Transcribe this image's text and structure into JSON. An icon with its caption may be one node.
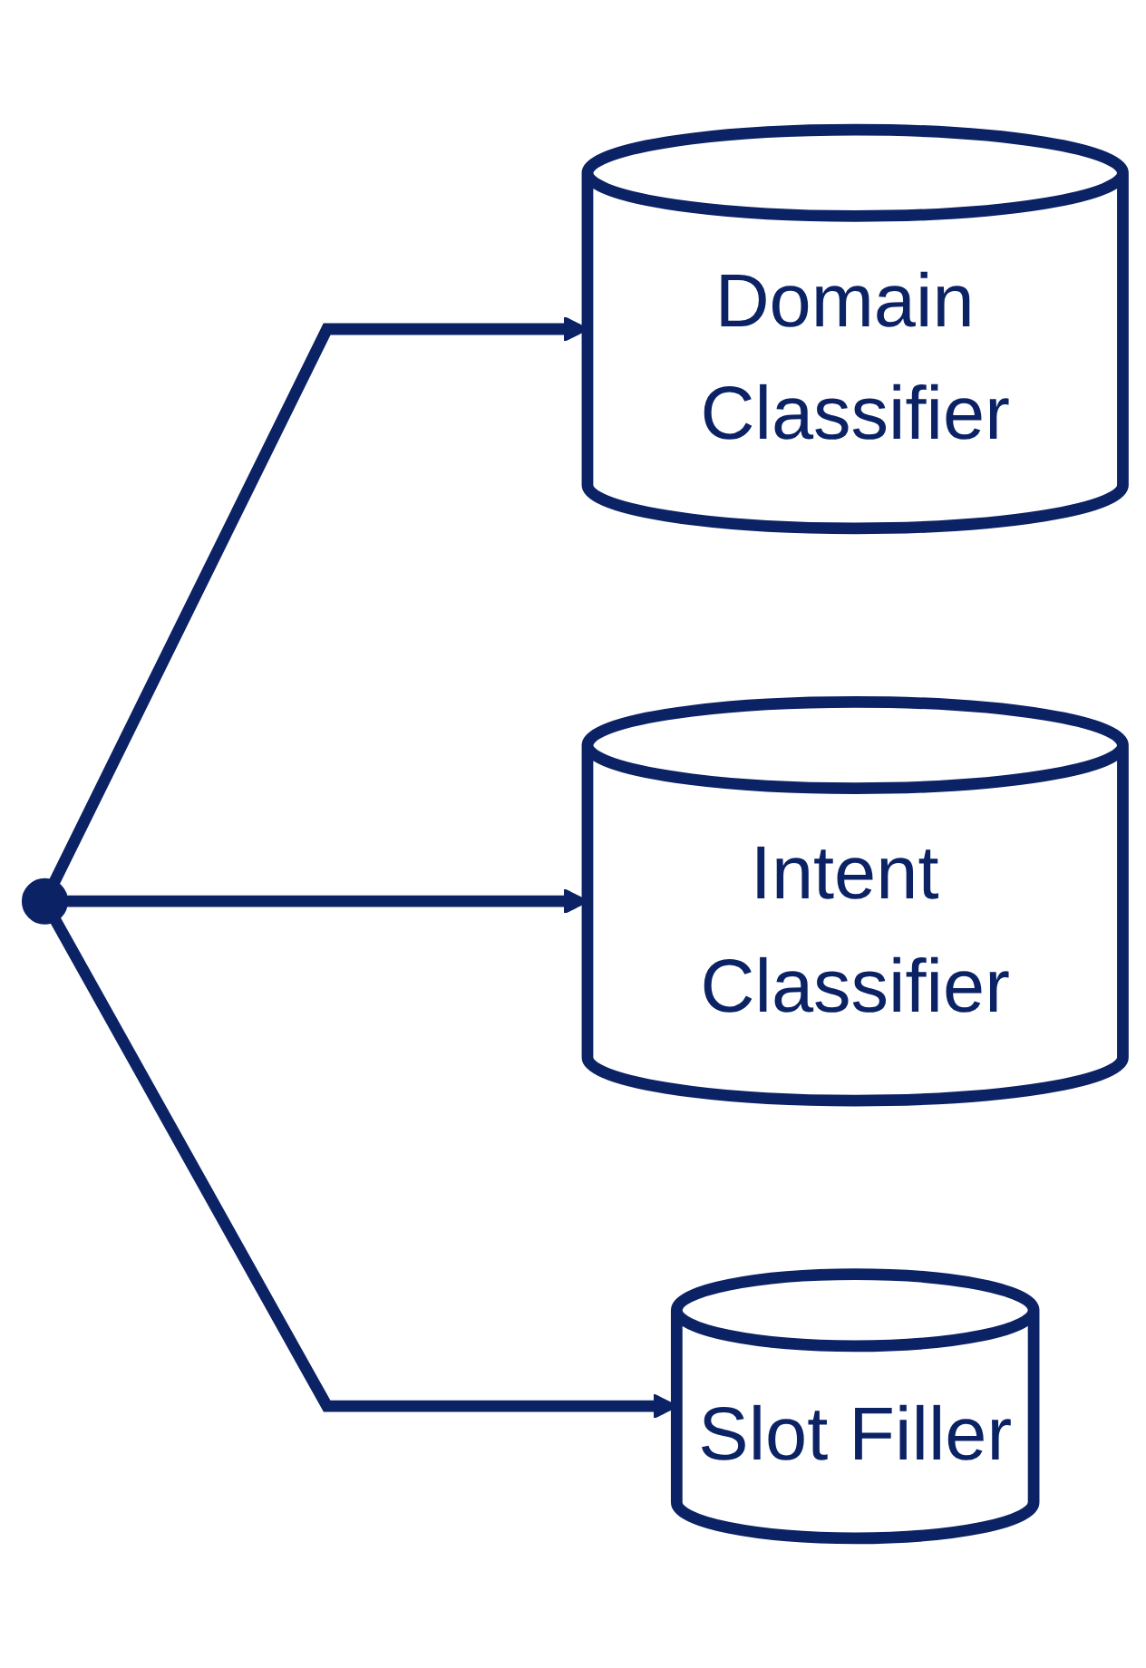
{
  "diagram": {
    "nodes": [
      {
        "text": [
          "Domain Classifier"
        ]
      },
      {
        "text": [
          "Intent Classifier"
        ]
      },
      {
        "text": [
          "Slot Filler"
        ]
      }
    ],
    "edges": [
      {
        "from": null,
        "to": 0,
        "arrow": "to"
      },
      {
        "from": null,
        "to": 1,
        "arrow": "to"
      },
      {
        "from": null,
        "to": 2,
        "arrow": "to"
      }
    ]
  }
}
